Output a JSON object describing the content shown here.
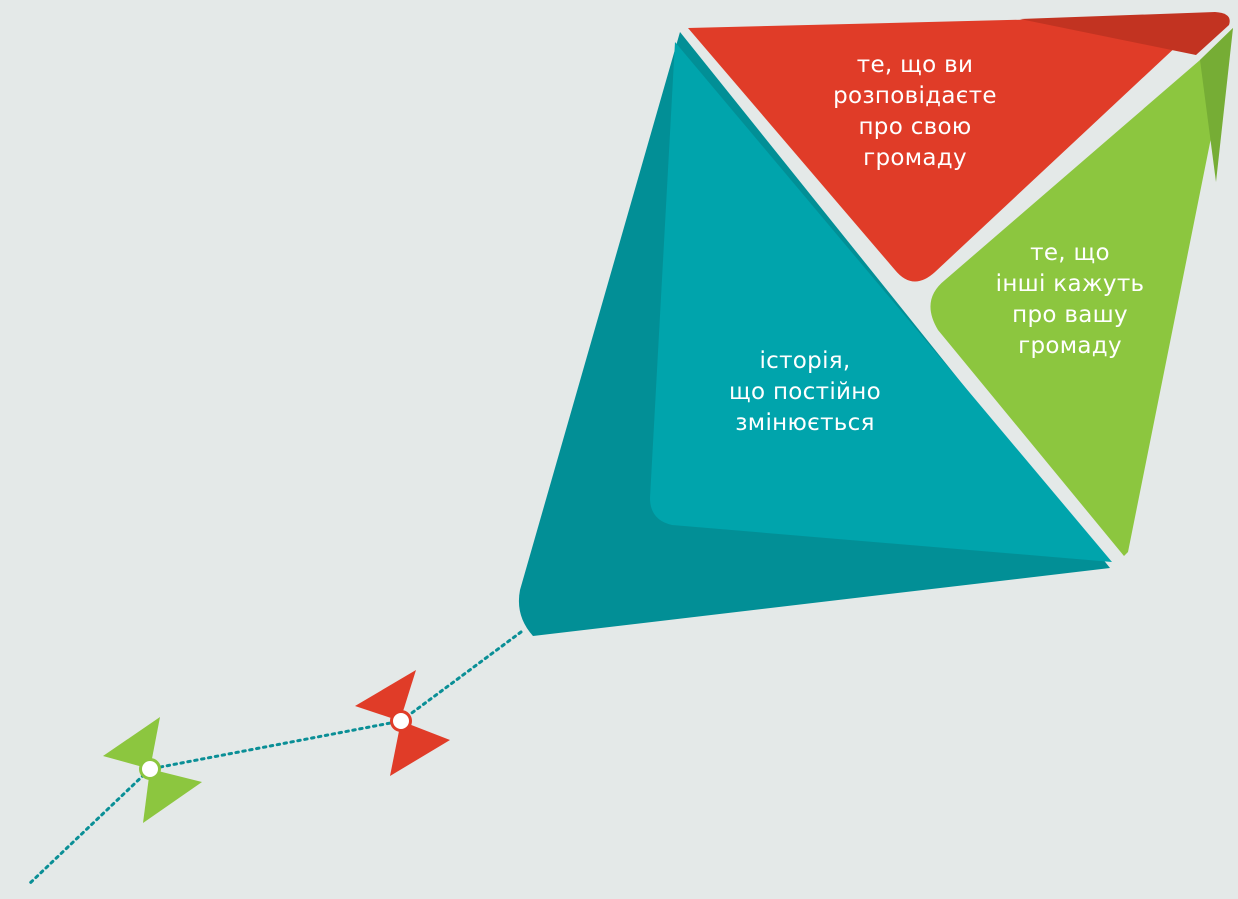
{
  "colors": {
    "background": "#e4e9e8",
    "teal_dark": "#028f96",
    "teal_light": "#00a4ac",
    "red": "#e03c28",
    "red_dark": "#c23321",
    "green": "#8cc63f",
    "green_dark": "#76ad35",
    "string": "#0a8f96"
  },
  "kite": {
    "sections": [
      {
        "id": "red",
        "lines": [
          "те, що ви",
          "розповідаєте",
          "про свою",
          "громаду"
        ]
      },
      {
        "id": "green",
        "lines": [
          "те, що",
          "інші кажуть",
          "про вашу",
          "громаду"
        ]
      },
      {
        "id": "teal",
        "lines": [
          "історія,",
          "що постійно",
          "змінюється"
        ]
      }
    ]
  },
  "tail": {
    "bows": [
      {
        "color": "red"
      },
      {
        "color": "green"
      }
    ]
  }
}
